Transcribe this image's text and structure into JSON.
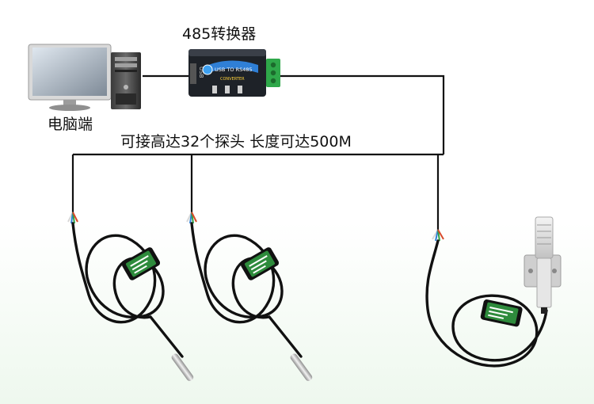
{
  "labels": {
    "converter": "485转换器",
    "pc": "电脑端",
    "chain_note": "可接高达32个探头  长度可达500M"
  },
  "device_text": {
    "usb_port": "USB",
    "converter_face": "USB TO RS485",
    "converter_sub": "CONVERTER"
  },
  "colors": {
    "wire": "#111111",
    "converter_body": "#1e2228",
    "terminal": "#2fa84a",
    "probe_shell": "#2e8b3c",
    "probe_tip": "#c9c9c9"
  }
}
